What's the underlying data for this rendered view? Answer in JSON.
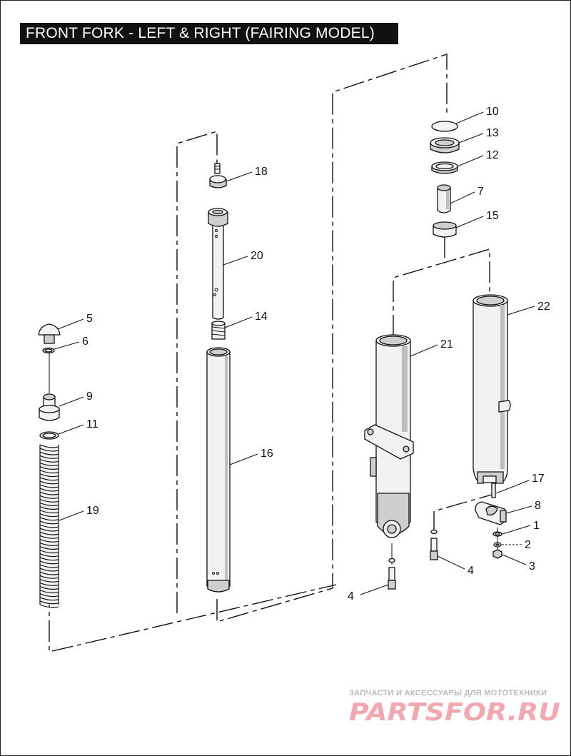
{
  "title": "FRONT FORK - LEFT & RIGHT (FAIRING MODEL)",
  "callouts": {
    "c10": "10",
    "c13": "13",
    "c12": "12",
    "c7": "7",
    "c15": "15",
    "c18": "18",
    "c20": "20",
    "c14": "14",
    "c16": "16",
    "c5": "5",
    "c6": "6",
    "c9": "9",
    "c11": "11",
    "c19": "19",
    "c22": "22",
    "c21": "21",
    "c17": "17",
    "c8": "8",
    "c1": "1",
    "c2": "2",
    "c3": "3",
    "c4a": "4",
    "c4b": "4"
  },
  "watermark": {
    "tagline": "ЗАПЧАСТИ И АКСЕССУАРЫ ДЛЯ МОТОТЕХНИКИ",
    "logo": "PARTSFOR.RU",
    "logo_color": "#f3a8b0"
  },
  "colors": {
    "title_bg": "#111111",
    "title_fg": "#ffffff",
    "line": "#111111",
    "fill": "#f2f2f2"
  }
}
